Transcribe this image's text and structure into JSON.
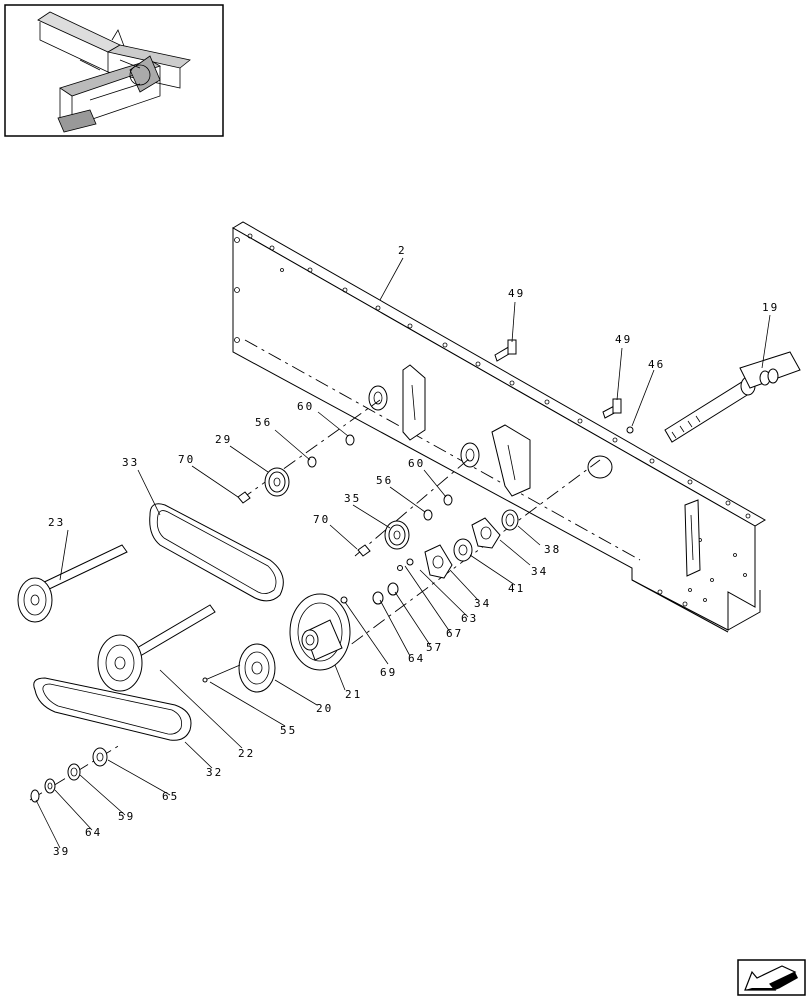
{
  "diagram": {
    "callouts": [
      {
        "id": "2",
        "label": "2"
      },
      {
        "id": "49a",
        "label": "49"
      },
      {
        "id": "49b",
        "label": "49"
      },
      {
        "id": "46",
        "label": "46"
      },
      {
        "id": "19",
        "label": "19"
      },
      {
        "id": "60a",
        "label": "60"
      },
      {
        "id": "56a",
        "label": "56"
      },
      {
        "id": "29",
        "label": "29"
      },
      {
        "id": "70a",
        "label": "70"
      },
      {
        "id": "33",
        "label": "33"
      },
      {
        "id": "60b",
        "label": "60"
      },
      {
        "id": "56b",
        "label": "56"
      },
      {
        "id": "35",
        "label": "35"
      },
      {
        "id": "70b",
        "label": "70"
      },
      {
        "id": "23",
        "label": "23"
      },
      {
        "id": "38",
        "label": "38"
      },
      {
        "id": "34a",
        "label": "34"
      },
      {
        "id": "41",
        "label": "41"
      },
      {
        "id": "34b",
        "label": "34"
      },
      {
        "id": "63",
        "label": "63"
      },
      {
        "id": "67",
        "label": "67"
      },
      {
        "id": "57",
        "label": "57"
      },
      {
        "id": "64a",
        "label": "64"
      },
      {
        "id": "69",
        "label": "69"
      },
      {
        "id": "21",
        "label": "21"
      },
      {
        "id": "20",
        "label": "20"
      },
      {
        "id": "55",
        "label": "55"
      },
      {
        "id": "22",
        "label": "22"
      },
      {
        "id": "32",
        "label": "32"
      },
      {
        "id": "65",
        "label": "65"
      },
      {
        "id": "59",
        "label": "59"
      },
      {
        "id": "64b",
        "label": "64"
      },
      {
        "id": "39",
        "label": "39"
      }
    ]
  }
}
